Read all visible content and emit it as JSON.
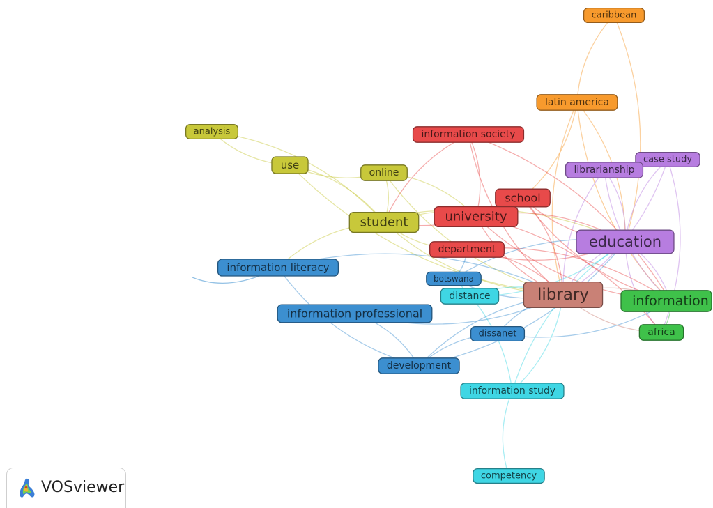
{
  "colors": {
    "red": "#e84a4a",
    "olive": "#c8c83a",
    "blue": "#3c8fd0",
    "green": "#3fc14a",
    "purple": "#b77de0",
    "cyan": "#3fd6e4",
    "orange": "#f79a2d",
    "brown": "#c98176"
  },
  "nodes": [
    {
      "id": "caribbean",
      "label": "caribbean",
      "cluster": "orange"
    },
    {
      "id": "latin-america",
      "label": "latin america",
      "cluster": "orange"
    },
    {
      "id": "information-society",
      "label": "information society",
      "cluster": "red"
    },
    {
      "id": "analysis",
      "label": "analysis",
      "cluster": "olive"
    },
    {
      "id": "use",
      "label": "use",
      "cluster": "olive"
    },
    {
      "id": "online",
      "label": "online",
      "cluster": "olive"
    },
    {
      "id": "student",
      "label": "student",
      "cluster": "olive"
    },
    {
      "id": "case-study",
      "label": "case study",
      "cluster": "purple"
    },
    {
      "id": "librarianship",
      "label": "librarianship",
      "cluster": "purple"
    },
    {
      "id": "school",
      "label": "school",
      "cluster": "red"
    },
    {
      "id": "university",
      "label": "university",
      "cluster": "red"
    },
    {
      "id": "education",
      "label": "education",
      "cluster": "purple"
    },
    {
      "id": "department",
      "label": "department",
      "cluster": "red"
    },
    {
      "id": "information-literacy",
      "label": "information literacy",
      "cluster": "blue"
    },
    {
      "id": "botswana",
      "label": "botswana",
      "cluster": "blue"
    },
    {
      "id": "distance",
      "label": "distance",
      "cluster": "cyan"
    },
    {
      "id": "library",
      "label": "library",
      "cluster": "brown"
    },
    {
      "id": "information",
      "label": "information",
      "cluster": "green"
    },
    {
      "id": "information-professional",
      "label": "information professional",
      "cluster": "blue"
    },
    {
      "id": "africa",
      "label": "africa",
      "cluster": "green"
    },
    {
      "id": "dissanet",
      "label": "dissanet",
      "cluster": "blue"
    },
    {
      "id": "development",
      "label": "development",
      "cluster": "blue"
    },
    {
      "id": "information-study",
      "label": "information study",
      "cluster": "cyan"
    },
    {
      "id": "competency",
      "label": "competency",
      "cluster": "cyan"
    }
  ],
  "links": [
    [
      "caribbean",
      "latin-america"
    ],
    [
      "caribbean",
      "education"
    ],
    [
      "latin-america",
      "library"
    ],
    [
      "latin-america",
      "education"
    ],
    [
      "latin-america",
      "information"
    ],
    [
      "latin-america",
      "school"
    ],
    [
      "information-society",
      "library"
    ],
    [
      "information-society",
      "university"
    ],
    [
      "information-society",
      "student"
    ],
    [
      "information-society",
      "information"
    ],
    [
      "analysis",
      "use"
    ],
    [
      "analysis",
      "student"
    ],
    [
      "use",
      "online"
    ],
    [
      "use",
      "student"
    ],
    [
      "use",
      "library"
    ],
    [
      "online",
      "student"
    ],
    [
      "online",
      "library"
    ],
    [
      "online",
      "university"
    ],
    [
      "student",
      "library"
    ],
    [
      "student",
      "university"
    ],
    [
      "student",
      "department"
    ],
    [
      "student",
      "education"
    ],
    [
      "student",
      "information-literacy"
    ],
    [
      "school",
      "library"
    ],
    [
      "school",
      "education"
    ],
    [
      "school",
      "student"
    ],
    [
      "university",
      "library"
    ],
    [
      "university",
      "education"
    ],
    [
      "university",
      "information"
    ],
    [
      "department",
      "library"
    ],
    [
      "department",
      "education"
    ],
    [
      "department",
      "information"
    ],
    [
      "librarianship",
      "library"
    ],
    [
      "librarianship",
      "education"
    ],
    [
      "librarianship",
      "information"
    ],
    [
      "case-study",
      "library"
    ],
    [
      "case-study",
      "education"
    ],
    [
      "case-study",
      "africa"
    ],
    [
      "education",
      "library"
    ],
    [
      "education",
      "information"
    ],
    [
      "education",
      "africa"
    ],
    [
      "library",
      "information"
    ],
    [
      "library",
      "africa"
    ],
    [
      "information",
      "africa"
    ],
    [
      "botswana",
      "library"
    ],
    [
      "botswana",
      "education"
    ],
    [
      "botswana",
      "department"
    ],
    [
      "distance",
      "library"
    ],
    [
      "distance",
      "education"
    ],
    [
      "dissanet",
      "library"
    ],
    [
      "dissanet",
      "information"
    ],
    [
      "development",
      "library"
    ],
    [
      "development",
      "education"
    ],
    [
      "development",
      "dissanet"
    ],
    [
      "information-professional",
      "library"
    ],
    [
      "information-professional",
      "development"
    ],
    [
      "information-literacy",
      "development"
    ],
    [
      "information-literacy",
      "library"
    ],
    [
      "information-study",
      "library"
    ],
    [
      "information-study",
      "education"
    ],
    [
      "information-study",
      "botswana"
    ],
    [
      "competency",
      "information-study"
    ],
    [
      "school",
      "information"
    ],
    [
      "university",
      "africa"
    ]
  ],
  "logo": {
    "text": "VOSviewer"
  }
}
